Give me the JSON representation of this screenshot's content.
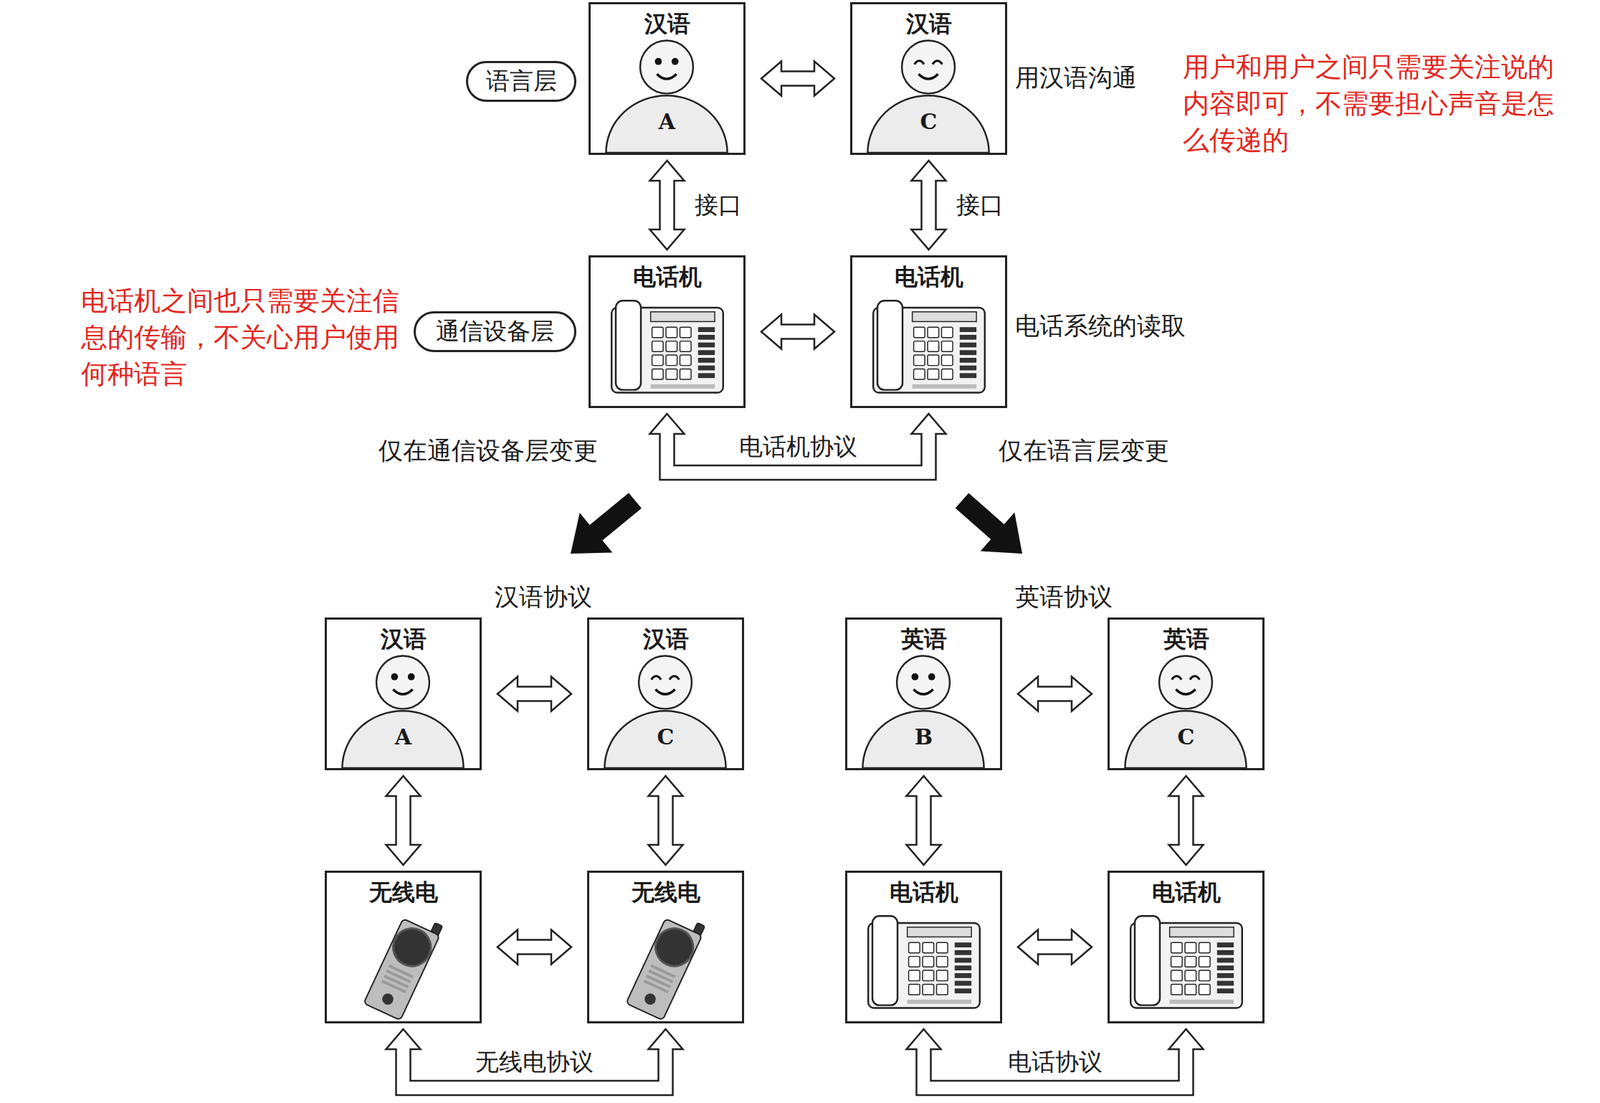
{
  "diagram": {
    "nodes": [
      {
        "text": [
          "汉语",
          "A"
        ]
      },
      {
        "text": [
          "汉语",
          "C"
        ]
      },
      {
        "text": [
          "电话机"
        ]
      },
      {
        "text": [
          "电话机"
        ]
      },
      {
        "text": [
          "汉语",
          "A"
        ]
      },
      {
        "text": [
          "汉语",
          "C"
        ]
      },
      {
        "text": [
          "无线电"
        ]
      },
      {
        "text": [
          "无线电"
        ]
      },
      {
        "text": [
          "英语",
          "B"
        ]
      },
      {
        "text": [
          "英语",
          "C"
        ]
      },
      {
        "text": [
          "电话机"
        ]
      },
      {
        "text": [
          "电话机"
        ]
      },
      {
        "text": [
          "语言层"
        ]
      },
      {
        "text": [
          "通信设备层"
        ]
      }
    ],
    "edges": [
      {
        "from": 0,
        "to": 1,
        "arrow": "both"
      },
      {
        "from": 0,
        "to": 2,
        "arrow": "both",
        "label": "接口"
      },
      {
        "from": 1,
        "to": 3,
        "arrow": "both",
        "label": "接口"
      },
      {
        "from": 2,
        "to": 3,
        "arrow": "both"
      },
      {
        "from": 2,
        "to": 3,
        "arrow": "both",
        "label": "电话机协议"
      },
      {
        "from": 4,
        "to": 5,
        "arrow": "both"
      },
      {
        "from": 4,
        "to": 6,
        "arrow": "both"
      },
      {
        "from": 5,
        "to": 7,
        "arrow": "both"
      },
      {
        "from": 6,
        "to": 7,
        "arrow": "both"
      },
      {
        "from": 6,
        "to": 7,
        "arrow": "both",
        "label": "无线电协议"
      },
      {
        "from": 8,
        "to": 9,
        "arrow": "both"
      },
      {
        "from": 8,
        "to": 10,
        "arrow": "both"
      },
      {
        "from": 9,
        "to": 11,
        "arrow": "both"
      },
      {
        "from": 10,
        "to": 11,
        "arrow": "both"
      },
      {
        "from": 10,
        "to": 11,
        "arrow": "both",
        "label": "电话协议"
      }
    ],
    "labels": [
      "用汉语沟通",
      "电话系统的读取",
      "用户和用户之间只需要关注说的内容即可，不需要担心声音是怎么传递的",
      "电话机之间也只需要关注信息的传输，不关心用户使用何种语言",
      "仅在通信设备层变更",
      "仅在语言层变更",
      "汉语协议",
      "英语协议"
    ]
  }
}
